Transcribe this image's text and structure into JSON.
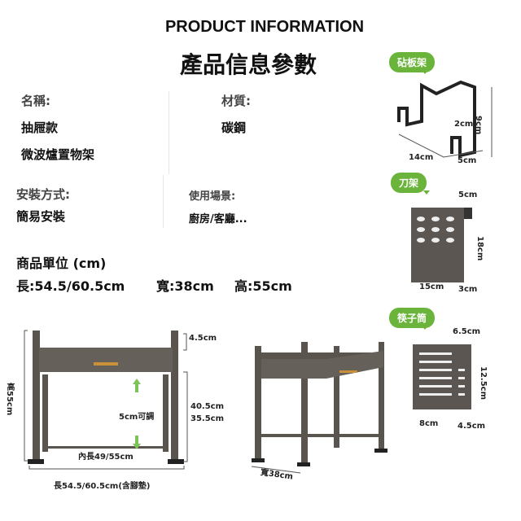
{
  "header": {
    "title_en": "PRODUCT INFORMATION",
    "title_zh": "產品信息參數"
  },
  "specs": {
    "name_label": "名稱:",
    "name_value_1": "抽屜款",
    "name_value_2": "微波爐置物架",
    "material_label": "材質:",
    "material_value": "碳鋼",
    "install_label": "安裝方式:",
    "install_value": "簡易安裝",
    "scene_label": "使用場景:",
    "scene_value": "廚房/客廳...",
    "unit_label": "商品單位 (cm)",
    "length": "長:54.5/60.5cm",
    "width": "寬:38cm",
    "height": "高:55cm"
  },
  "front_view": {
    "top": "4.5cm",
    "h1": "40.5cm",
    "h2": "35.5cm",
    "adjust": "5cm可調",
    "inner": "內長49/55cm",
    "total": "長54.5/60.5cm(含腳墊)",
    "height": "高55cm"
  },
  "side_view": {
    "width": "寬38cm"
  },
  "accessories": [
    {
      "name": "砧板架",
      "dims": [
        "9cm",
        "2cm",
        "14cm",
        "5cm"
      ]
    },
    {
      "name": "刀架",
      "dims": [
        "5cm",
        "18cm",
        "15cm",
        "3cm"
      ]
    },
    {
      "name": "筷子筒",
      "dims": [
        "6.5cm",
        "12.5cm",
        "8cm",
        "4.5cm"
      ]
    }
  ],
  "colors": {
    "accent": "#6ab43c",
    "frame": "#5a544e"
  }
}
